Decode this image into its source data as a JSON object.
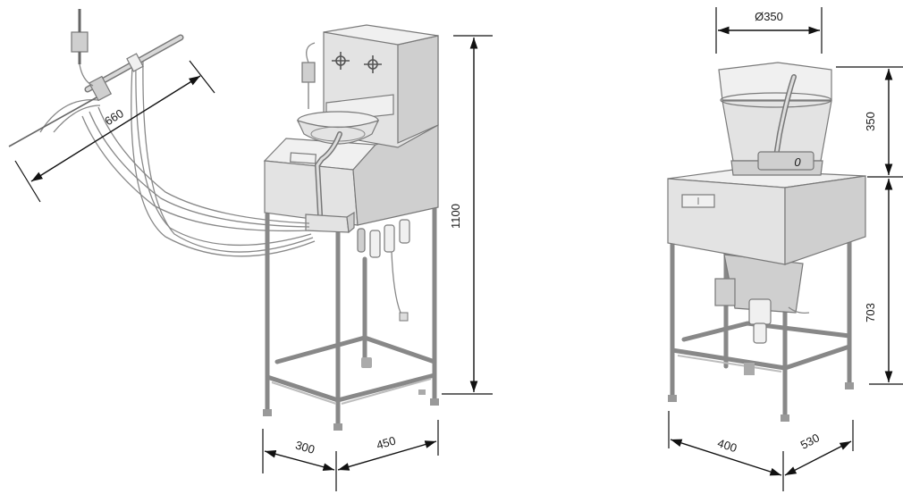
{
  "diagram": {
    "left_machine": {
      "dimensions": {
        "arm_length": "660",
        "height": "1100",
        "depth": "300",
        "width": "450"
      }
    },
    "right_machine": {
      "dimensions": {
        "bowl_diameter": "Ø350",
        "bowl_height": "350",
        "base_height": "703",
        "depth": "400",
        "width": "530"
      },
      "marker": "0"
    }
  }
}
